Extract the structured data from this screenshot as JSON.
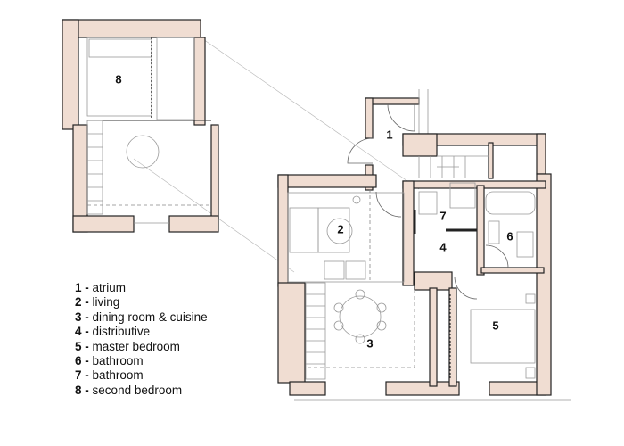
{
  "colors": {
    "wall_fill": "#f0ddd2",
    "wall_outline": "#222222",
    "furniture_line": "#999999"
  },
  "rooms": [
    {
      "number": "1",
      "name": "atrium"
    },
    {
      "number": "2",
      "name": "living"
    },
    {
      "number": "3",
      "name": "dining room & cuisine"
    },
    {
      "number": "4",
      "name": "distributive"
    },
    {
      "number": "5",
      "name": "master bedroom"
    },
    {
      "number": "6",
      "name": "bathroom"
    },
    {
      "number": "7",
      "name": "bathroom"
    },
    {
      "number": "8",
      "name": "second bedroom"
    }
  ],
  "legend_separator": "-"
}
